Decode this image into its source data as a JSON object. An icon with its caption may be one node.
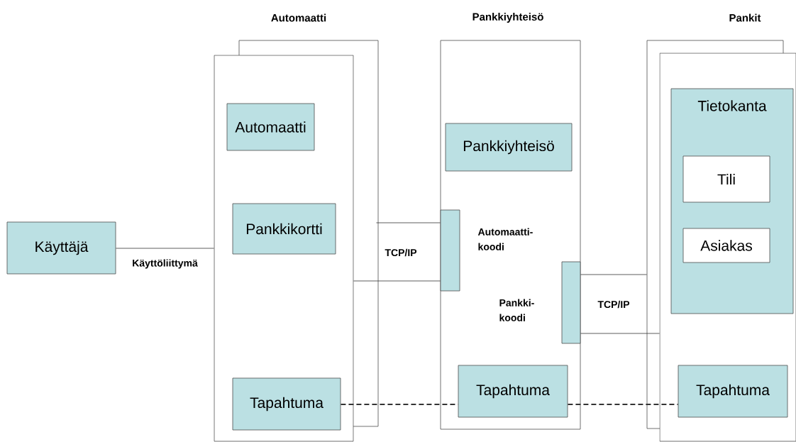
{
  "diagram": {
    "nodes": [
      {
        "text": [
          "Käyttäjä"
        ]
      },
      {
        "text": [
          "Automaatti"
        ]
      },
      {
        "text": [
          "Automaatti"
        ],
        "in": 1
      },
      {
        "text": [
          "Pankkikortti"
        ],
        "in": 1
      },
      {
        "text": [
          "Tapahtuma"
        ],
        "in": 1
      },
      {
        "text": [
          "Pankkiyhteisö"
        ]
      },
      {
        "text": [
          "Pankkiyhteisö"
        ],
        "in": 5
      },
      {
        "text": [],
        "shape": "bar",
        "beside": [
          "Automaatti- koodi"
        ],
        "in": 5
      },
      {
        "text": [],
        "shape": "bar",
        "beside": [
          "Pankki- koodi"
        ],
        "in": 5
      },
      {
        "text": [
          "Tapahtuma"
        ],
        "in": 5
      },
      {
        "text": [
          "Pankit"
        ]
      },
      {
        "text": [
          "Tietokanta"
        ],
        "in": 10
      },
      {
        "text": [
          "Tili"
        ],
        "in": 11
      },
      {
        "text": [
          "Asiakas"
        ],
        "in": 11
      },
      {
        "text": [
          "Tapahtuma"
        ],
        "in": 10
      }
    ],
    "edges": [
      {
        "from": 0,
        "to": 1,
        "arrow": "none",
        "label": "Käyttöliittymä"
      },
      {
        "from": 1,
        "to": 7,
        "arrow": "none"
      },
      {
        "from": 1,
        "to": 7,
        "arrow": "none"
      },
      {
        "from": 8,
        "to": 10,
        "arrow": "none"
      },
      {
        "from": 8,
        "to": 10,
        "arrow": "none"
      },
      {
        "from": 4,
        "to": 9,
        "arrow": "none",
        "style": "dashed"
      },
      {
        "from": 9,
        "to": 14,
        "arrow": "none",
        "style": "dashed"
      }
    ],
    "labels": [
      "TCP/IP",
      "TCP/IP"
    ]
  }
}
